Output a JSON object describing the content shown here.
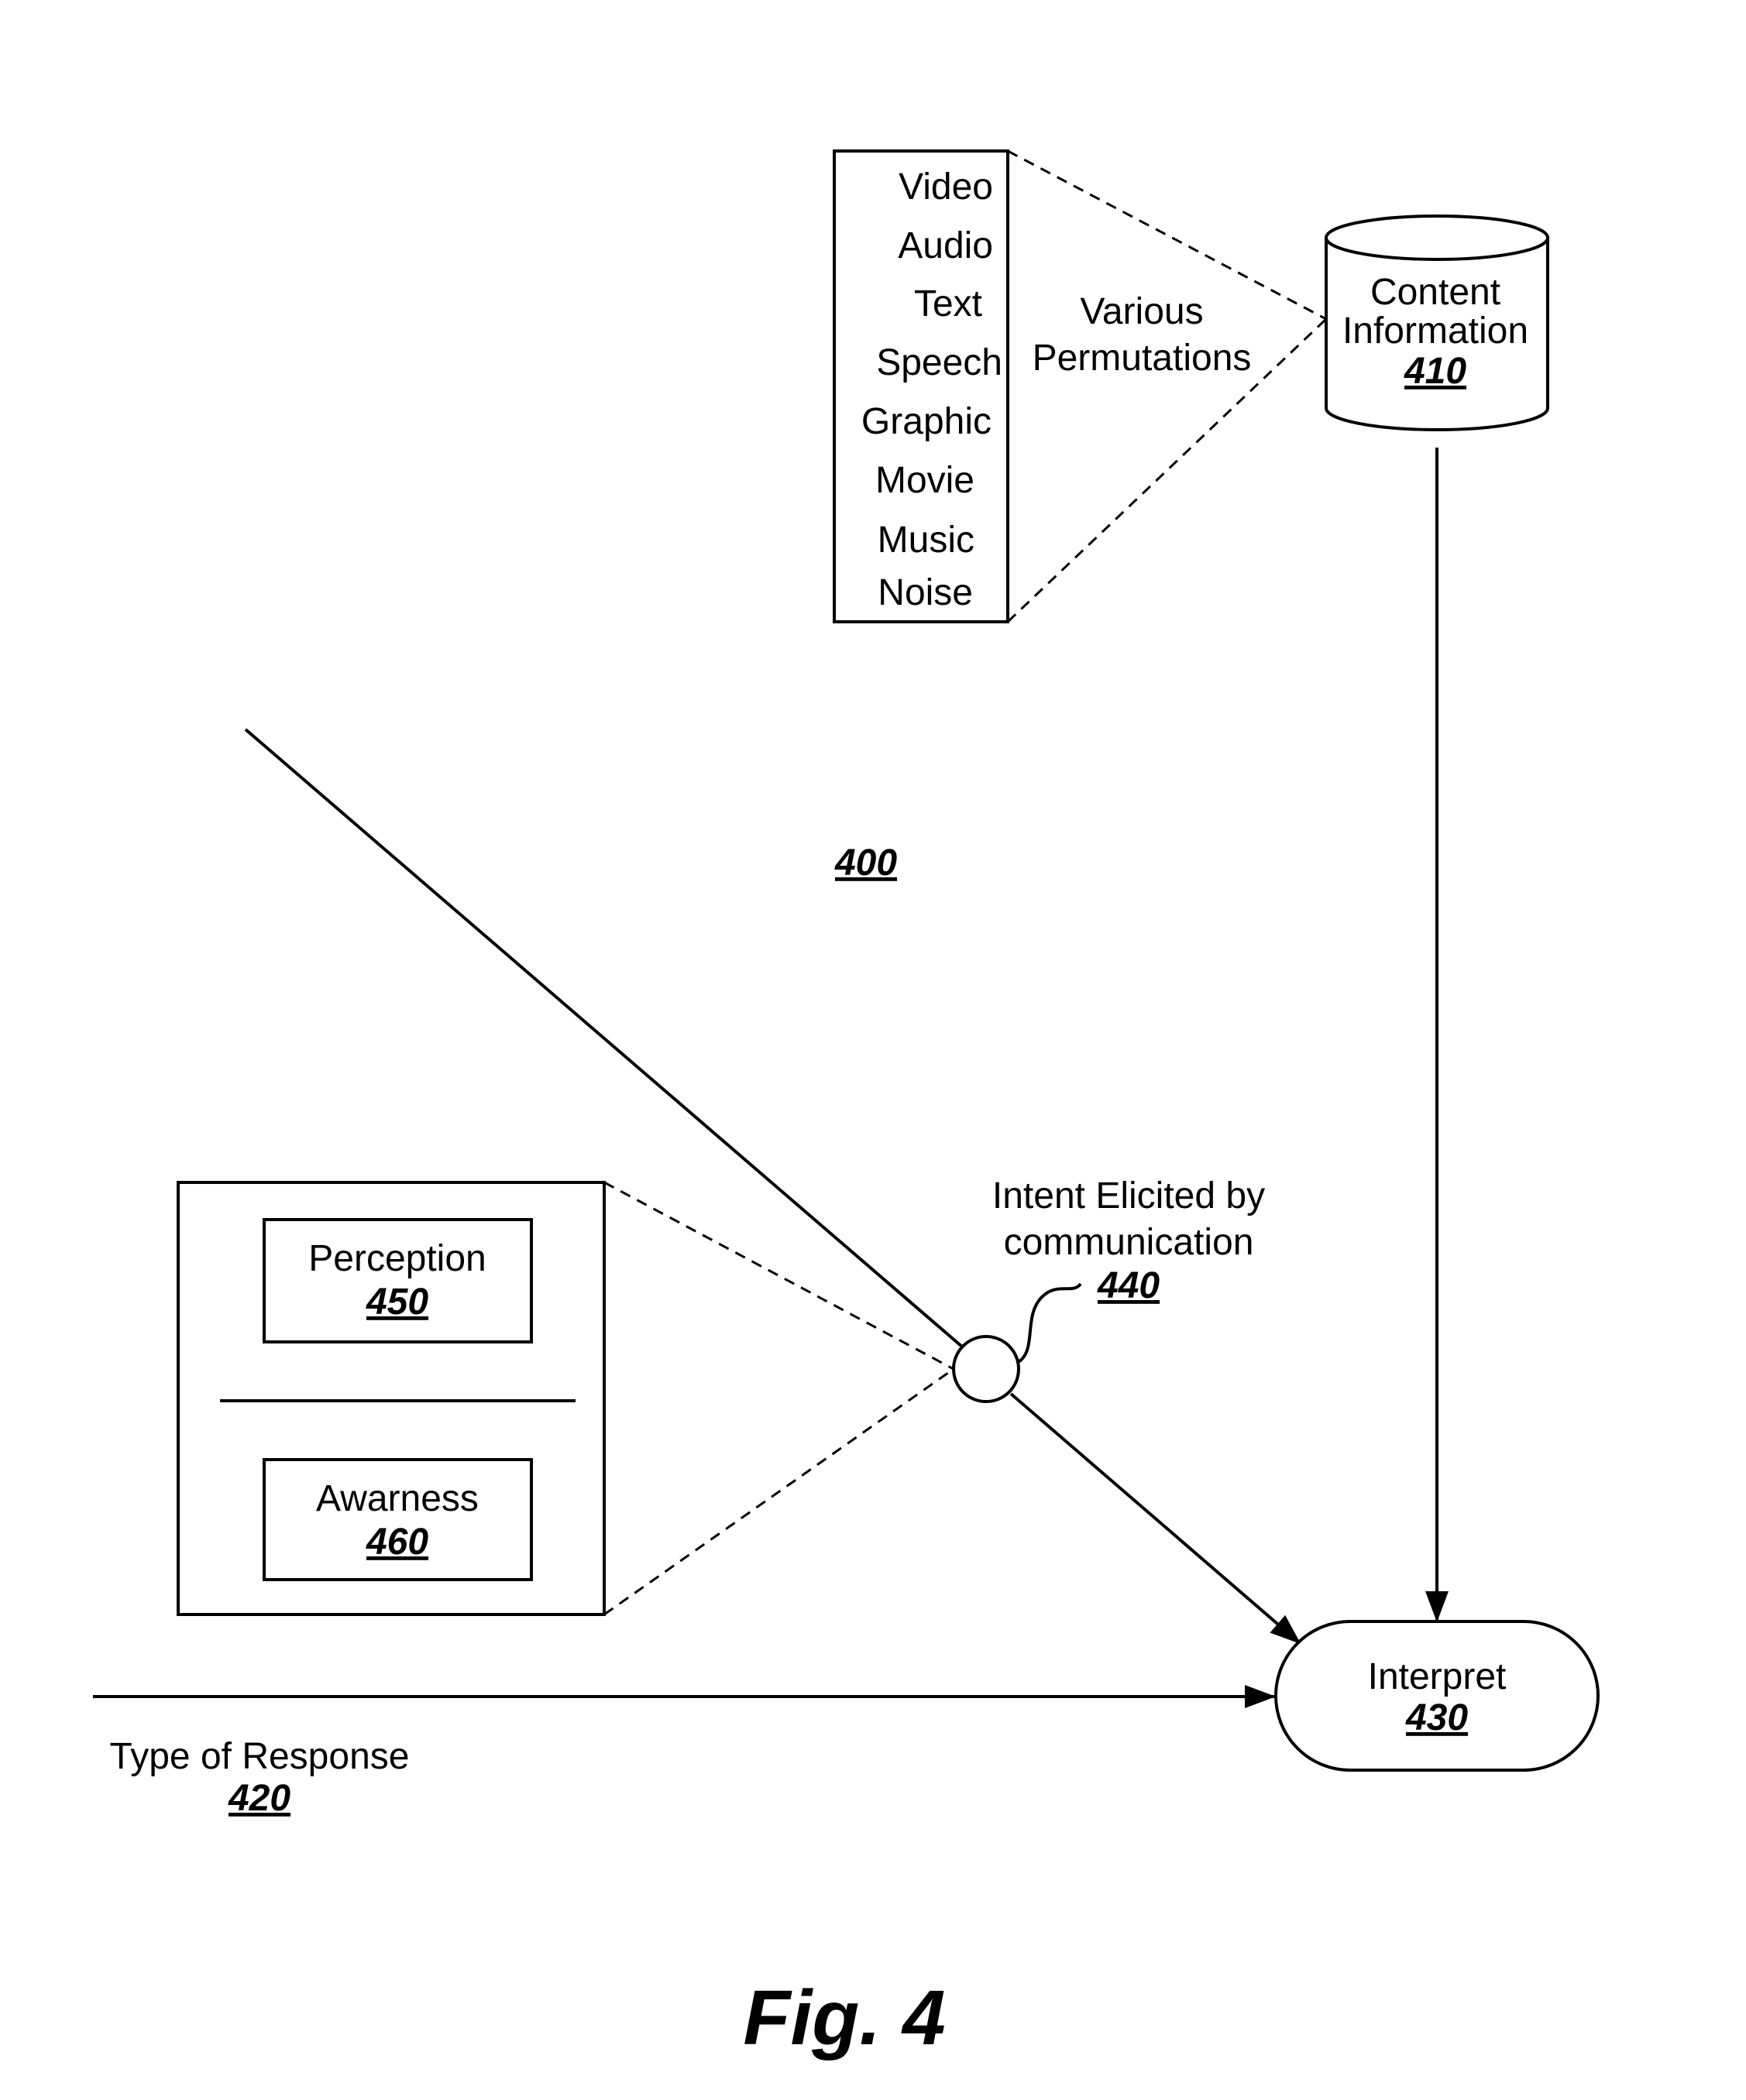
{
  "media_list": {
    "items": [
      "Video",
      "Audio",
      "Text",
      "Speech",
      "Graphic",
      "Movie",
      "Music",
      "Noise"
    ]
  },
  "permutations_label": {
    "line1": "Various",
    "line2": "Permutations"
  },
  "content_info": {
    "line1": "Content",
    "line2": "Information",
    "ref": "410"
  },
  "diagram_ref": "400",
  "intent": {
    "line1": "Intent Elicited by",
    "line2": "communication",
    "ref": "440"
  },
  "perception": {
    "label": "Perception",
    "ref": "450"
  },
  "awareness": {
    "label": "Awarness",
    "ref": "460"
  },
  "interpret": {
    "label": "Interpret",
    "ref": "430"
  },
  "response": {
    "label": "Type of Response",
    "ref": "420"
  },
  "caption": "Fig. 4"
}
